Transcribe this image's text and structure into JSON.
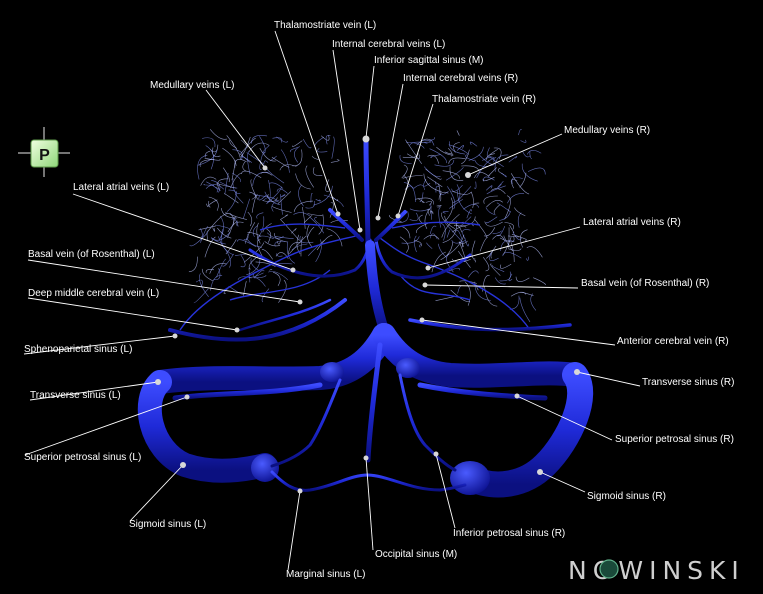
{
  "orientation": {
    "marker": "P"
  },
  "watermark": {
    "text": "NOWINSKI"
  },
  "colors": {
    "vein": "#1f2ad8",
    "vein_dark": "#0c1190",
    "vein_light": "#4a5bff",
    "fibers": "#b9c3ff",
    "label": "#ffffff"
  },
  "labels": {
    "thalamostriate_l": "Thalamostriate vein (L)",
    "internal_cerebral_l": "Internal cerebral veins (L)",
    "inferior_sagittal_m": "Inferior sagittal sinus (M)",
    "internal_cerebral_r": "Internal cerebral veins (R)",
    "thalamostriate_r": "Thalamostriate vein (R)",
    "medullary_l": "Medullary veins (L)",
    "medullary_r": "Medullary veins (R)",
    "lateral_atrial_l": "Lateral atrial veins (L)",
    "lateral_atrial_r": "Lateral atrial veins (R)",
    "basal_l": "Basal vein (of Rosenthal) (L)",
    "basal_r": "Basal vein (of Rosenthal) (R)",
    "deep_middle_l": "Deep middle cerebral vein (L)",
    "anterior_cerebral_r": "Anterior cerebral vein (R)",
    "sphenoparietal_l": "Sphenoparietal sinus (L)",
    "transverse_l": "Transverse sinus (L)",
    "transverse_r": "Transverse sinus (R)",
    "superior_petrosal_l": "Superior petrosal sinus (L)",
    "superior_petrosal_r": "Superior petrosal sinus (R)",
    "sigmoid_l": "Sigmoid sinus (L)",
    "sigmoid_r": "Sigmoid sinus (R)",
    "inferior_petrosal_r": "Inferior petrosal sinus (R)",
    "occipital_m": "Occipital sinus (M)",
    "marginal_l": "Marginal sinus (L)"
  }
}
